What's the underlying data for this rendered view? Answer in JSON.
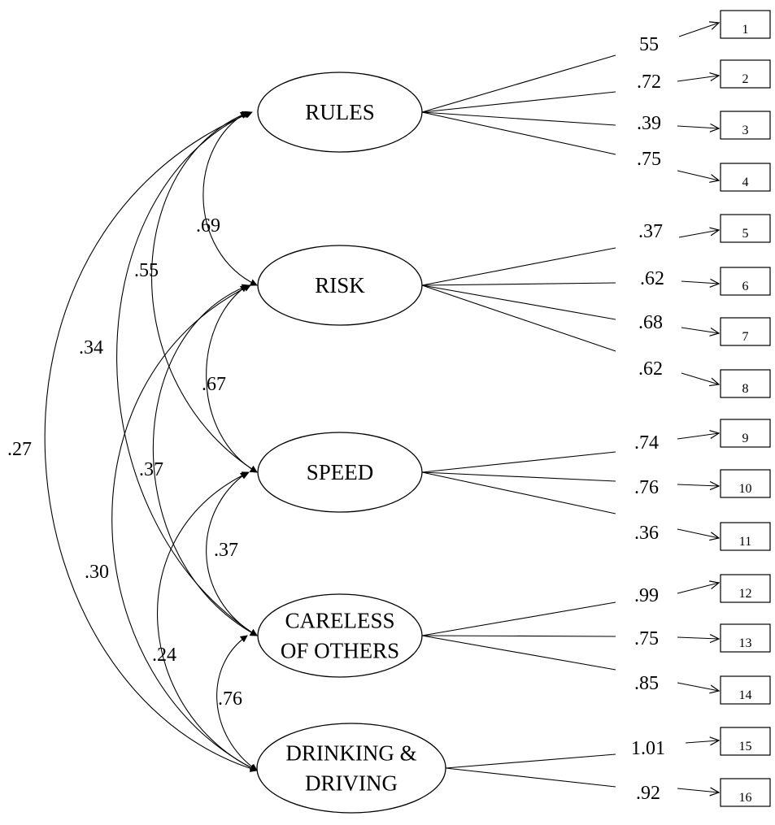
{
  "factors": [
    {
      "id": "rules",
      "lines": [
        "RULES"
      ]
    },
    {
      "id": "risk",
      "lines": [
        "RISK"
      ]
    },
    {
      "id": "speed",
      "lines": [
        "SPEED"
      ]
    },
    {
      "id": "careless",
      "lines": [
        "CARELESS",
        "OF OTHERS"
      ]
    },
    {
      "id": "drinking",
      "lines": [
        "DRINKING &",
        "DRIVING"
      ]
    }
  ],
  "items": [
    {
      "label": "1",
      "factor": "rules",
      "loading": "55"
    },
    {
      "label": "2",
      "factor": "rules",
      "loading": ".72"
    },
    {
      "label": "3",
      "factor": "rules",
      "loading": ".39"
    },
    {
      "label": "4",
      "factor": "rules",
      "loading": ".75"
    },
    {
      "label": "5",
      "factor": "risk",
      "loading": ".37"
    },
    {
      "label": "6",
      "factor": "risk",
      "loading": ".62"
    },
    {
      "label": "7",
      "factor": "risk",
      "loading": ".68"
    },
    {
      "label": "8",
      "factor": "risk",
      "loading": ".62"
    },
    {
      "label": "9",
      "factor": "speed",
      "loading": ".74"
    },
    {
      "label": "10",
      "factor": "speed",
      "loading": ".76"
    },
    {
      "label": "11",
      "factor": "speed",
      "loading": ".36"
    },
    {
      "label": "12",
      "factor": "careless",
      "loading": ".99"
    },
    {
      "label": "13",
      "factor": "careless",
      "loading": ".75"
    },
    {
      "label": "14",
      "factor": "careless",
      "loading": ".85"
    },
    {
      "label": "15",
      "factor": "drinking",
      "loading": "1.01"
    },
    {
      "label": "16",
      "factor": "drinking",
      "loading": ".92"
    }
  ],
  "correlations": [
    {
      "from": "rules",
      "to": "risk",
      "value": ".69"
    },
    {
      "from": "risk",
      "to": "speed",
      "value": ".67"
    },
    {
      "from": "speed",
      "to": "careless",
      "value": ".37"
    },
    {
      "from": "careless",
      "to": "drinking",
      "value": ".76"
    },
    {
      "from": "rules",
      "to": "speed",
      "value": ".55"
    },
    {
      "from": "risk",
      "to": "careless",
      "value": ".37"
    },
    {
      "from": "speed",
      "to": "drinking",
      "value": ".24"
    },
    {
      "from": "rules",
      "to": "careless",
      "value": ".34"
    },
    {
      "from": "risk",
      "to": "drinking",
      "value": ".30"
    },
    {
      "from": "rules",
      "to": "drinking",
      "value": ".27"
    }
  ]
}
